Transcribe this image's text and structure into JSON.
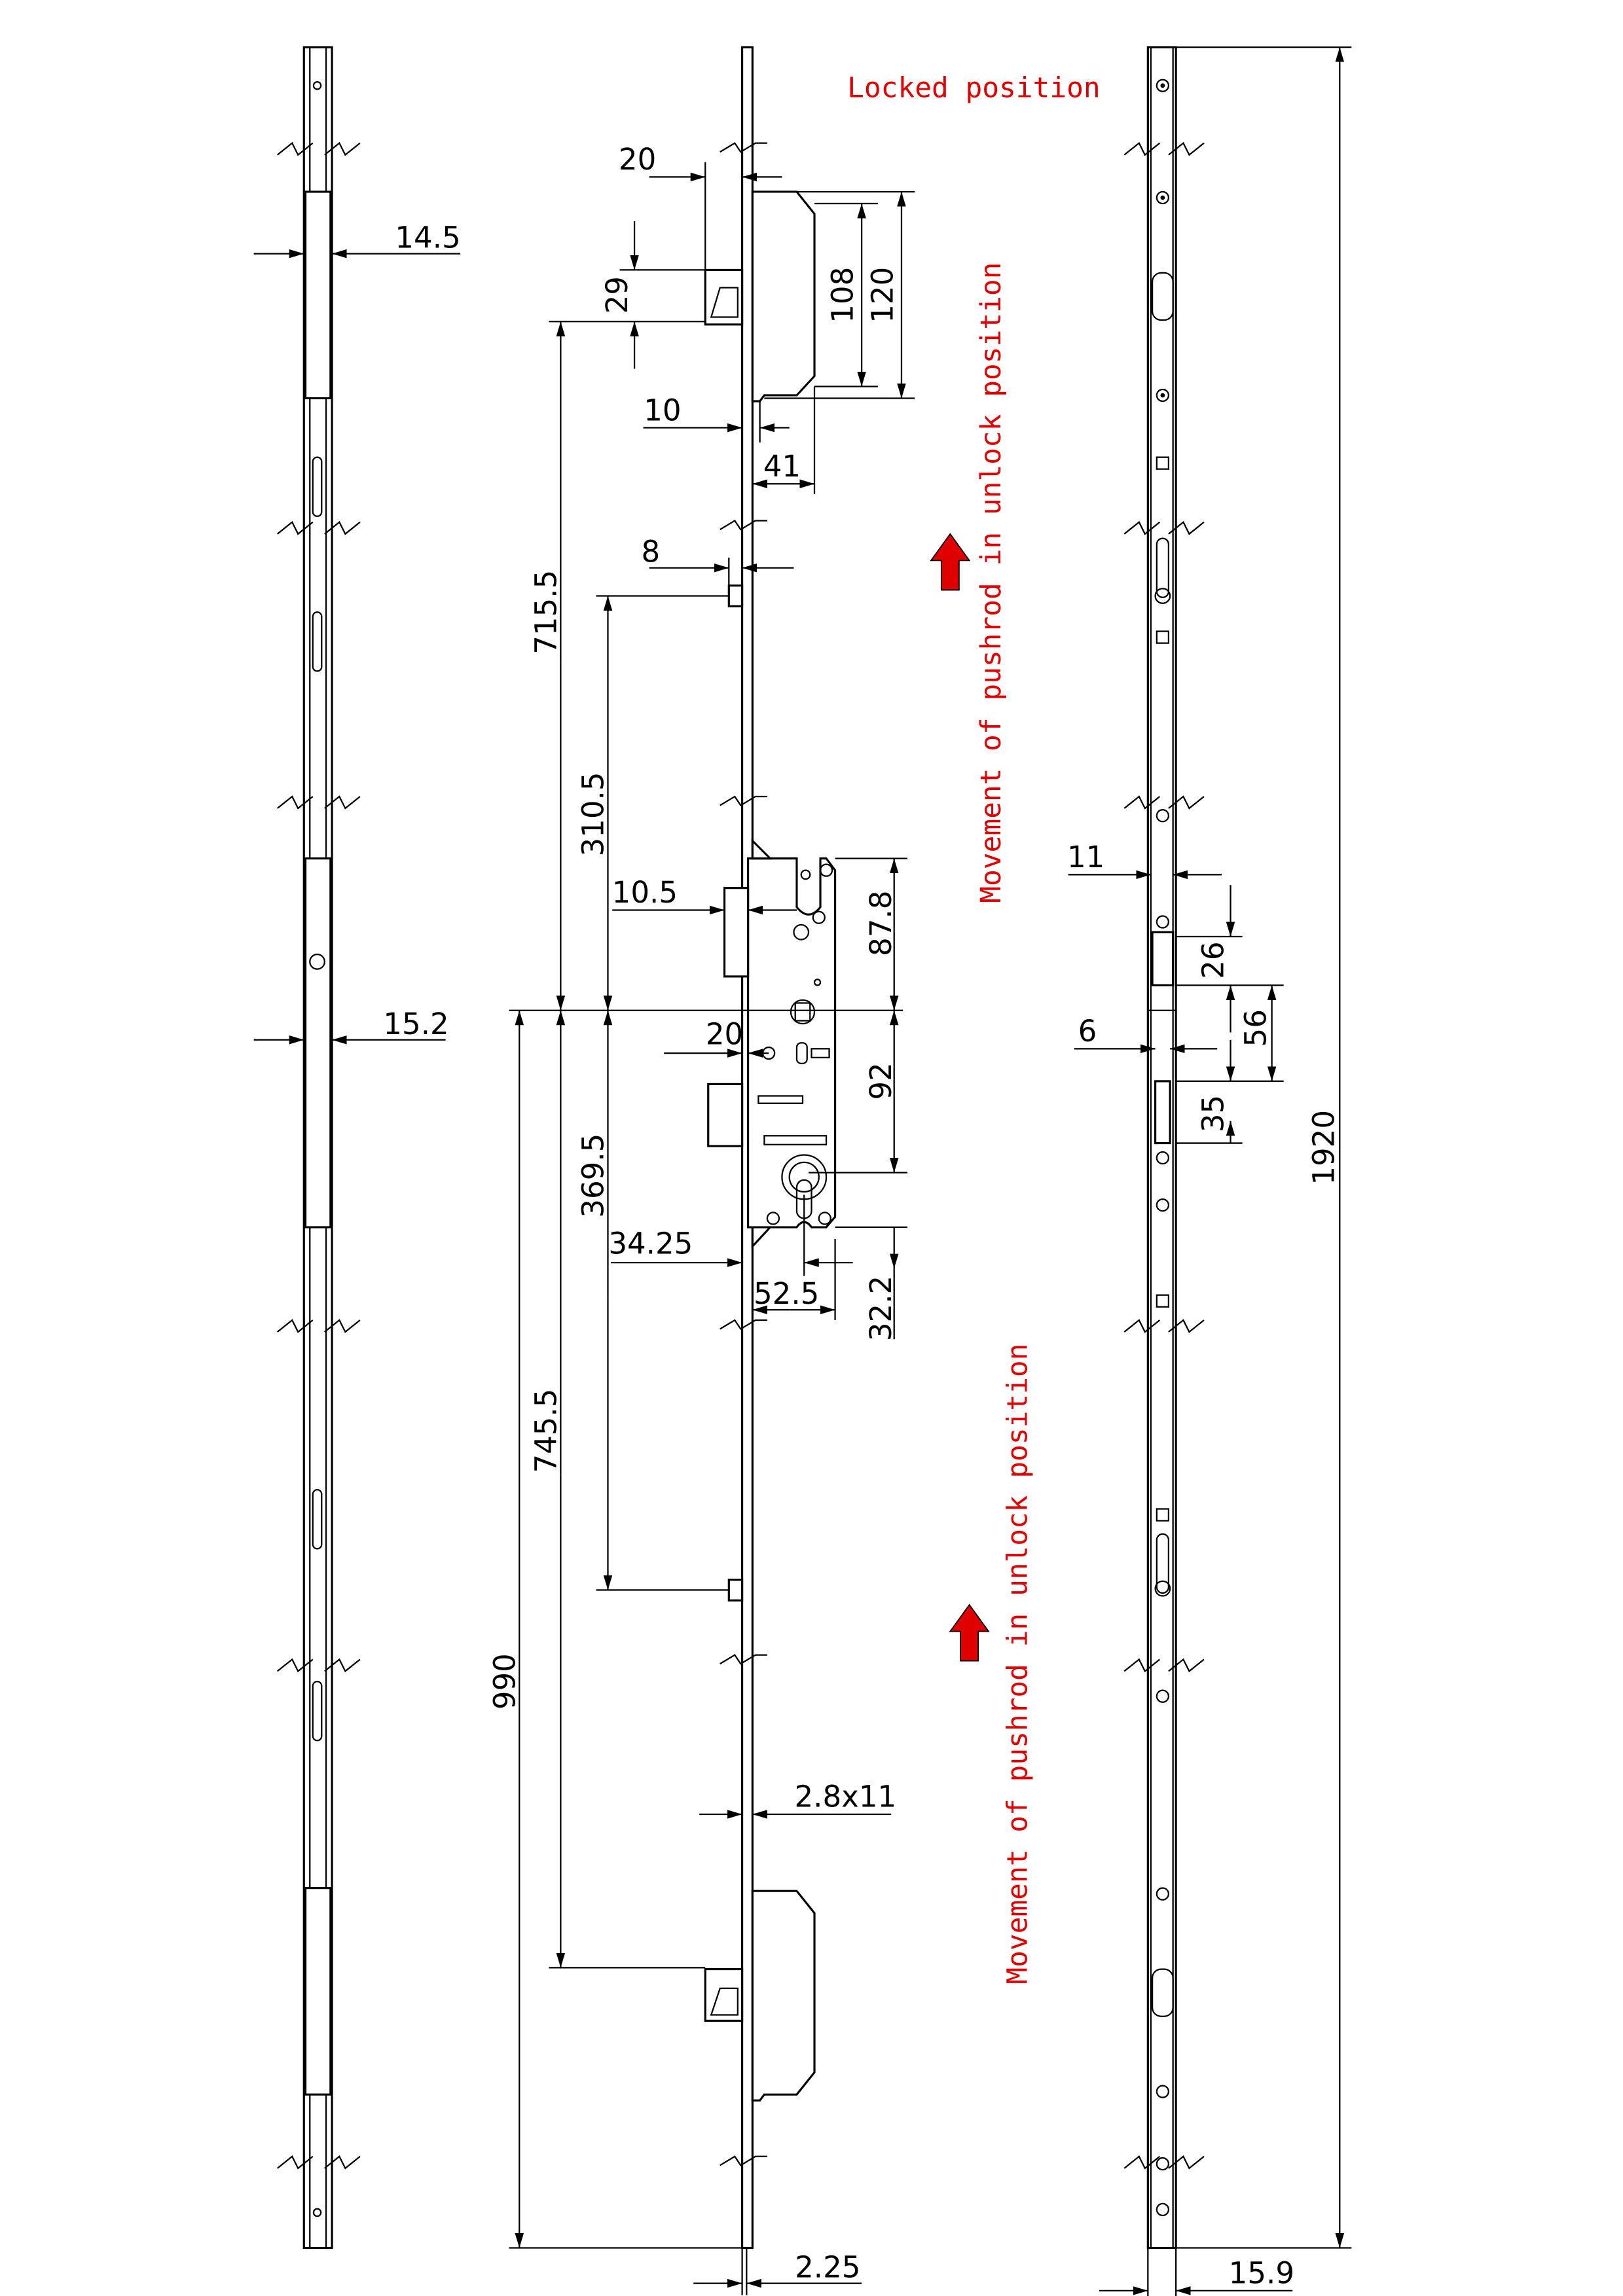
{
  "labels": {
    "locked_position": "Locked position",
    "movement_top": "Movement of pushrod in unlock position",
    "movement_bottom": "Movement of pushrod in unlock position"
  },
  "dimensions": {
    "left_width_top": "14.5",
    "left_width_mid": "15.2",
    "hook_offset": "20",
    "hook_height": "29",
    "hook_108": "108",
    "hook_120": "120",
    "hook_10": "10",
    "hook_41": "41",
    "pin_8": "8",
    "d715_5": "715.5",
    "d310_5": "310.5",
    "d10_5": "10.5",
    "d87_8": "87.8",
    "d20_case": "20",
    "d92": "92",
    "d369_5": "369.5",
    "d34_25": "34.25",
    "d52_5": "52.5",
    "d32_2": "32.2",
    "d745_5": "745.5",
    "d990": "990",
    "faceplate_2_8x11": "2.8x11",
    "d2_25": "2.25",
    "right_11": "11",
    "right_26": "26",
    "right_56": "56",
    "right_6": "6",
    "right_35": "35",
    "total_1920": "1920",
    "right_15_9": "15.9"
  },
  "colors": {
    "annotation": "#e00000",
    "arrow": "#e00000",
    "lines": "#000000"
  }
}
